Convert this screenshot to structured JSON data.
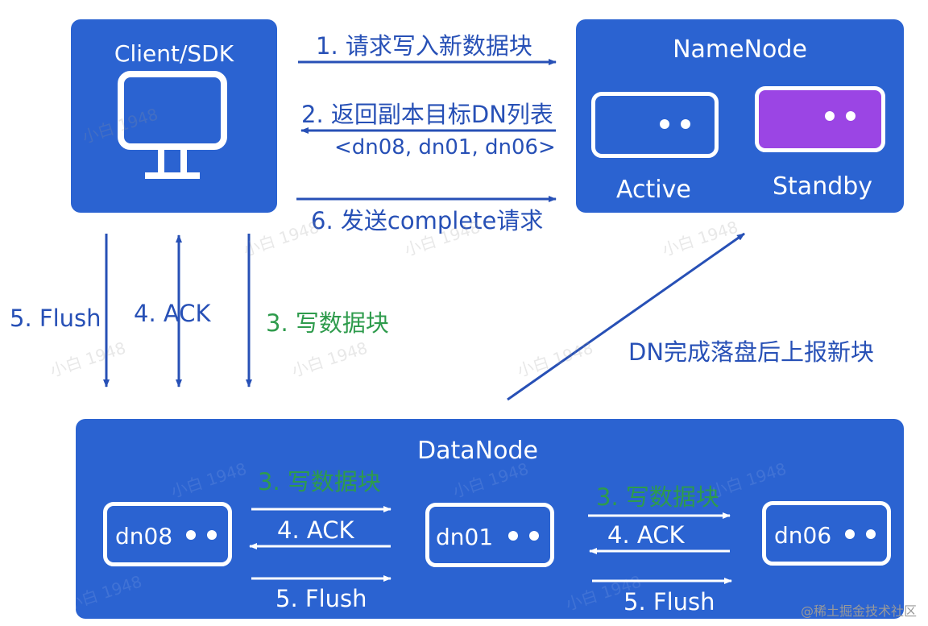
{
  "client": {
    "title": "Client/SDK",
    "icon": "monitor-icon"
  },
  "namenode": {
    "title": "NameNode",
    "active_label": "Active",
    "standby_label": "Standby",
    "colors": {
      "box": "#2b63d1",
      "standby": "#9b45e4"
    }
  },
  "datanode": {
    "title": "DataNode",
    "nodes": [
      "dn08",
      "dn01",
      "dn06"
    ]
  },
  "steps": {
    "request_write": "1. 请求写入新数据块",
    "return_targets": "2. 返回副本目标DN列表",
    "target_list": "<dn08, dn01, dn06>",
    "send_complete": "6. 发送complete请求",
    "flush": "5. Flush",
    "ack": "4. ACK",
    "write_block": "3. 写数据块",
    "dn_report": "DN完成落盘后上报新块"
  },
  "pipeline_left": {
    "write": "3. 写数据块",
    "ack": "4. ACK",
    "flush": "5. Flush"
  },
  "pipeline_right": {
    "write": "3. 写数据块",
    "ack": "4. ACK",
    "flush": "5. Flush"
  },
  "watermark": "小白 1948",
  "footer": "@稀土掘金技术社区",
  "colors": {
    "arrow": "#2750b6",
    "green": "#2e9b4c",
    "white": "#ffffff"
  }
}
